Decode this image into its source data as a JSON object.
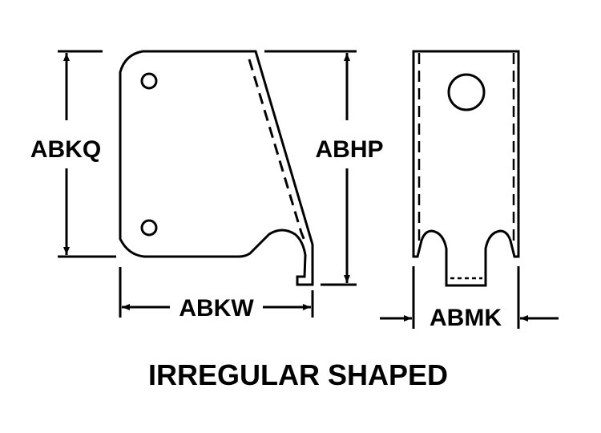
{
  "diagram": {
    "dimensions": {
      "height_left": "ABKQ",
      "height_right": "ABHP",
      "width_side": "ABKW",
      "width_front": "ABMK"
    },
    "caption": "IRREGULAR SHAPED",
    "colors": {
      "line": "#000000",
      "background": "#ffffff"
    }
  }
}
